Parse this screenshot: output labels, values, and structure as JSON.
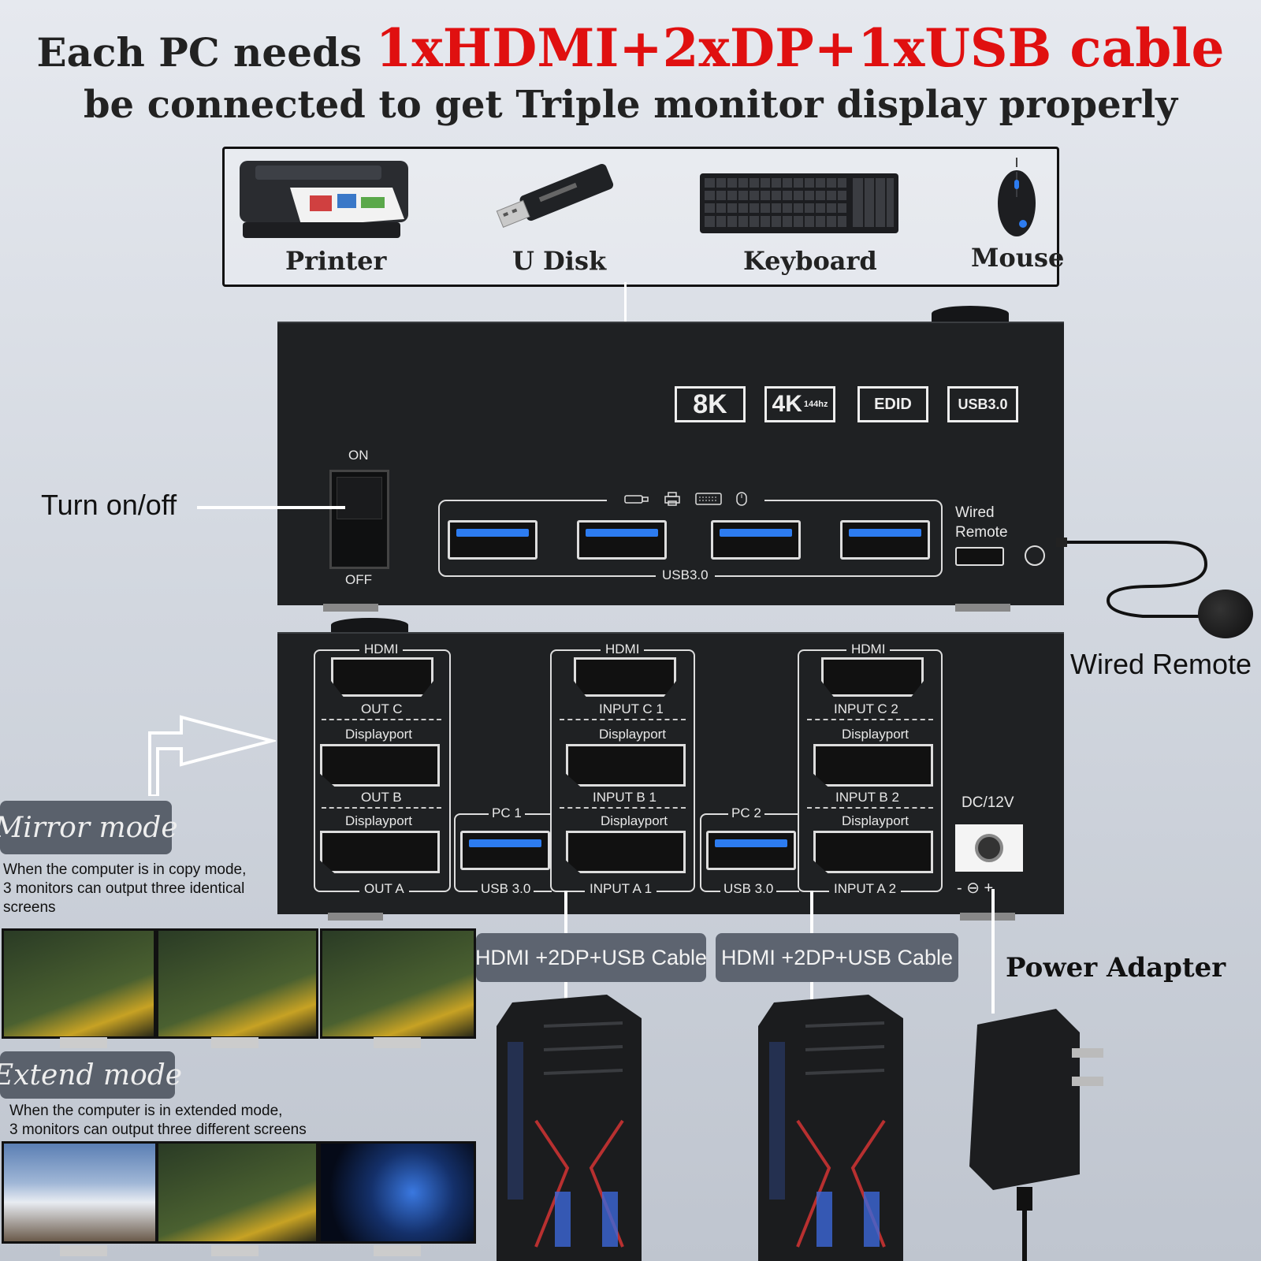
{
  "headline": {
    "prefix": "Each PC needs ",
    "highlight": "1xHDMI+2xDP+1xUSB cable",
    "line2": "be connected to get Triple monitor display properly"
  },
  "peripherals": [
    {
      "label": "Printer",
      "icon": "printer-icon"
    },
    {
      "label": "U Disk",
      "icon": "usb-drive-icon"
    },
    {
      "label": "Keyboard",
      "icon": "keyboard-icon"
    },
    {
      "label": "Mouse",
      "icon": "mouse-icon"
    }
  ],
  "front": {
    "badges": [
      "8K",
      "4K",
      "144hz",
      "EDID",
      "USB3.0"
    ],
    "switch_on": "ON",
    "switch_off": "OFF",
    "usb_label": "USB3.0",
    "wired_remote_port": "Wired\nRemote",
    "callout_power": "Turn on/off",
    "callout_remote": "Wired Remote"
  },
  "back": {
    "group_out": {
      "hdmi": "HDMI",
      "hdmi_name": "OUT C",
      "dp1": "Displayport",
      "dp1_name": "OUT B",
      "dp2": "Displayport",
      "dp2_name": "OUT A"
    },
    "group_pc1": {
      "hdmi": "HDMI",
      "hdmi_name": "INPUT C 1",
      "dp1": "Displayport",
      "dp1_name": "INPUT B 1",
      "dp2": "Displayport",
      "dp2_name": "INPUT A 1",
      "pc": "PC 1",
      "usb": "USB 3.0"
    },
    "group_pc2": {
      "hdmi": "HDMI",
      "hdmi_name": "INPUT C 2",
      "dp1": "Displayport",
      "dp1_name": "INPUT B 2",
      "dp2": "Displayport",
      "dp2_name": "INPUT A 2",
      "pc": "PC 2",
      "usb": "USB 3.0"
    },
    "dc": "DC/12V",
    "polarity": "- ⊖ +"
  },
  "cables": [
    "HDMI +2DP+USB Cable",
    "HDMI +2DP+USB Cable"
  ],
  "power_adapter": "Power Adapter",
  "mirror": {
    "title": "Mirror mode",
    "desc": "When the computer is in copy mode,\n3 monitors can output three identical screens"
  },
  "extend": {
    "title": "Extend mode",
    "desc": "When the computer is in extended mode,\n3 monitors can output three different screens"
  },
  "colors": {
    "accent_red": "#e01010",
    "usb_blue": "#2d7cf0",
    "device": "#1f2123"
  }
}
